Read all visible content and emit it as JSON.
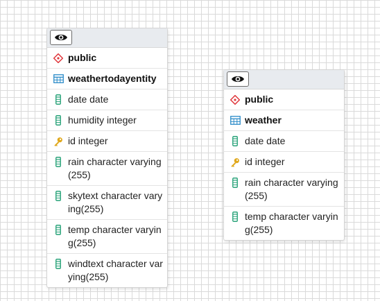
{
  "tables": [
    {
      "schema_icon": "schema-diamond-icon",
      "schema": "public",
      "table_icon": "table-icon",
      "name": "weathertodayentity",
      "columns": [
        {
          "icon": "column-icon",
          "text": "date date"
        },
        {
          "icon": "column-icon",
          "text": "humidity integer"
        },
        {
          "icon": "primary-key-icon",
          "text": "id integer"
        },
        {
          "icon": "column-icon",
          "text": "rain character varying(255)"
        },
        {
          "icon": "column-icon",
          "text": "skytext character varying(255)"
        },
        {
          "icon": "column-icon",
          "text": "temp character varying(255)"
        },
        {
          "icon": "column-icon",
          "text": "windtext character varying(255)"
        }
      ]
    },
    {
      "schema_icon": "schema-diamond-icon",
      "schema": "public",
      "table_icon": "table-icon",
      "name": "weather",
      "columns": [
        {
          "icon": "column-icon",
          "text": "date date"
        },
        {
          "icon": "primary-key-icon",
          "text": "id integer"
        },
        {
          "icon": "column-icon",
          "text": "rain character varying(255)"
        },
        {
          "icon": "column-icon",
          "text": "temp character varying(255)"
        }
      ]
    }
  ],
  "colors": {
    "schema_icon": "#e0393e",
    "table_icon": "#2a8ac8",
    "column_icon": "#2aa37a",
    "key_icon": "#e0a81c",
    "header_bg": "#e8ebef"
  }
}
